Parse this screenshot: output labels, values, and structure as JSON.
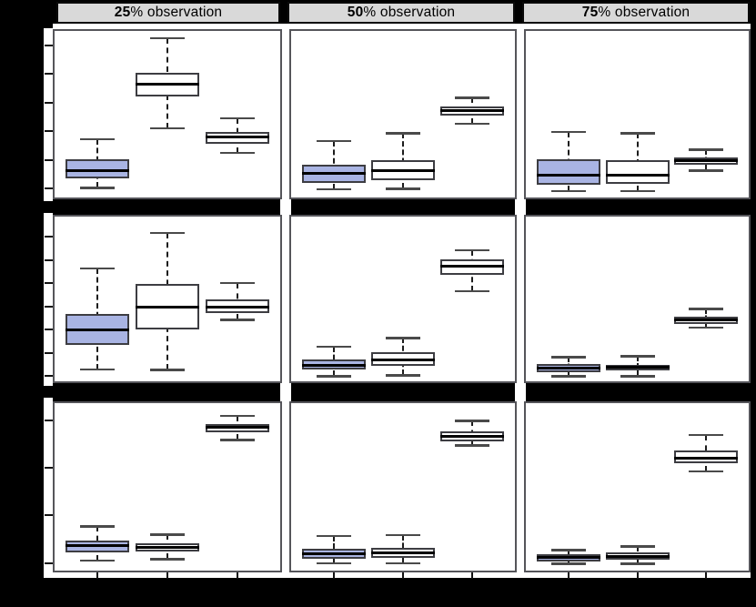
{
  "figure": {
    "background": "#000000",
    "description": "3x3 grid of boxplot panels; outer margins are black so axis tick labels are not visible"
  },
  "headers": [
    {
      "percent": "25",
      "rest": "% observation"
    },
    {
      "percent": "50",
      "rest": "% observation"
    },
    {
      "percent": "75",
      "rest": "% observation"
    }
  ],
  "chart_data": {
    "type": "boxplot",
    "layout": "3 rows x 3 columns of panels; 3 boxplots per panel",
    "column_titles": [
      "25% observation",
      "50% observation",
      "75% observation"
    ],
    "title": "",
    "xlabel": "",
    "ylabel": "",
    "axis_labels_visible": false,
    "grid": false,
    "legend": "none",
    "series": [
      {
        "name": "box-1",
        "fill": "#a9b4e3"
      },
      {
        "name": "box-2",
        "fill": "#ffffff"
      },
      {
        "name": "box-3",
        "fill": "#ffffff"
      }
    ],
    "value_units": "normalized 0-1 of each panel y-range (tick labels not visible in image)",
    "y_axis": {
      "row_tick_counts": [
        6,
        7,
        4
      ],
      "labels_visible": false
    },
    "x_axis": {
      "ticks_per_panel": 3,
      "labels_visible": false
    },
    "panels": [
      {
        "row": 0,
        "col": 0,
        "boxes": [
          {
            "whisker_low": 0.068,
            "q1": 0.121,
            "median": 0.166,
            "q3": 0.237,
            "whisker_high": 0.353
          },
          {
            "whisker_low": 0.419,
            "q1": 0.603,
            "median": 0.674,
            "q3": 0.745,
            "whisker_high": 0.947
          },
          {
            "whisker_low": 0.273,
            "q1": 0.326,
            "median": 0.365,
            "q3": 0.394,
            "whisker_high": 0.478
          }
        ]
      },
      {
        "row": 0,
        "col": 1,
        "boxes": [
          {
            "whisker_low": 0.059,
            "q1": 0.098,
            "median": 0.153,
            "q3": 0.205,
            "whisker_high": 0.344
          },
          {
            "whisker_low": 0.063,
            "q1": 0.112,
            "median": 0.171,
            "q3": 0.232,
            "whisker_high": 0.389
          },
          {
            "whisker_low": 0.445,
            "q1": 0.492,
            "median": 0.522,
            "q3": 0.545,
            "whisker_high": 0.597
          }
        ]
      },
      {
        "row": 0,
        "col": 2,
        "boxes": [
          {
            "whisker_low": 0.05,
            "q1": 0.086,
            "median": 0.143,
            "q3": 0.237,
            "whisker_high": 0.397
          },
          {
            "whisker_low": 0.05,
            "q1": 0.091,
            "median": 0.144,
            "q3": 0.228,
            "whisker_high": 0.389
          },
          {
            "whisker_low": 0.17,
            "q1": 0.205,
            "median": 0.228,
            "q3": 0.246,
            "whisker_high": 0.294
          }
        ]
      },
      {
        "row": 1,
        "col": 0,
        "boxes": [
          {
            "whisker_low": 0.083,
            "q1": 0.227,
            "median": 0.314,
            "q3": 0.412,
            "whisker_high": 0.683
          },
          {
            "whisker_low": 0.079,
            "q1": 0.317,
            "median": 0.449,
            "q3": 0.589,
            "whisker_high": 0.894
          },
          {
            "whisker_low": 0.377,
            "q1": 0.418,
            "median": 0.452,
            "q3": 0.499,
            "whisker_high": 0.596
          }
        ]
      },
      {
        "row": 1,
        "col": 1,
        "boxes": [
          {
            "whisker_low": 0.043,
            "q1": 0.079,
            "median": 0.106,
            "q3": 0.142,
            "whisker_high": 0.218
          },
          {
            "whisker_low": 0.047,
            "q1": 0.101,
            "median": 0.137,
            "q3": 0.182,
            "whisker_high": 0.269
          },
          {
            "whisker_low": 0.548,
            "q1": 0.642,
            "median": 0.692,
            "q3": 0.737,
            "whisker_high": 0.791
          }
        ]
      },
      {
        "row": 1,
        "col": 2,
        "boxes": [
          {
            "whisker_low": 0.042,
            "q1": 0.065,
            "median": 0.088,
            "q3": 0.112,
            "whisker_high": 0.155
          },
          {
            "whisker_low": 0.042,
            "q1": 0.074,
            "median": 0.094,
            "q3": 0.11,
            "whisker_high": 0.161
          },
          {
            "whisker_low": 0.331,
            "q1": 0.353,
            "median": 0.377,
            "q3": 0.395,
            "whisker_high": 0.443
          }
        ]
      },
      {
        "row": 2,
        "col": 0,
        "boxes": [
          {
            "whisker_low": 0.071,
            "q1": 0.115,
            "median": 0.156,
            "q3": 0.186,
            "whisker_high": 0.27
          },
          {
            "whisker_low": 0.078,
            "q1": 0.124,
            "median": 0.147,
            "q3": 0.169,
            "whisker_high": 0.222
          },
          {
            "whisker_low": 0.775,
            "q1": 0.821,
            "median": 0.851,
            "q3": 0.869,
            "whisker_high": 0.915
          }
        ]
      },
      {
        "row": 2,
        "col": 1,
        "boxes": [
          {
            "whisker_low": 0.055,
            "q1": 0.081,
            "median": 0.108,
            "q3": 0.14,
            "whisker_high": 0.214
          },
          {
            "whisker_low": 0.055,
            "q1": 0.087,
            "median": 0.113,
            "q3": 0.145,
            "whisker_high": 0.22
          },
          {
            "whisker_low": 0.743,
            "q1": 0.764,
            "median": 0.796,
            "q3": 0.823,
            "whisker_high": 0.888
          }
        ]
      },
      {
        "row": 2,
        "col": 2,
        "boxes": [
          {
            "whisker_low": 0.052,
            "q1": 0.064,
            "median": 0.087,
            "q3": 0.105,
            "whisker_high": 0.131
          },
          {
            "whisker_low": 0.052,
            "q1": 0.073,
            "median": 0.092,
            "q3": 0.117,
            "whisker_high": 0.154
          },
          {
            "whisker_low": 0.592,
            "q1": 0.64,
            "median": 0.669,
            "q3": 0.711,
            "whisker_high": 0.805
          }
        ]
      }
    ]
  }
}
